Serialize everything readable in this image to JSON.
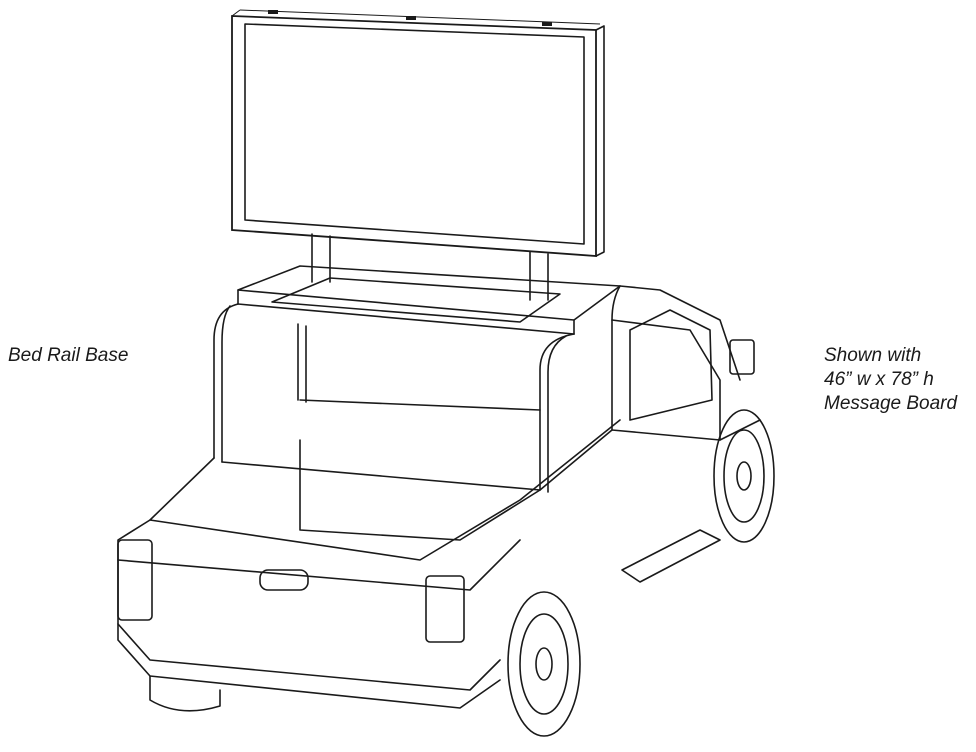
{
  "captions": {
    "left": "Bed Rail Base",
    "right_line1": "Shown with",
    "right_line2": "46” w x 78” h",
    "right_line3": "Message Board"
  },
  "illustration": {
    "subject": "pickup-truck-with-message-board-on-bed-rail-base",
    "line_color": "#1a1a1a",
    "background": "#ffffff"
  }
}
